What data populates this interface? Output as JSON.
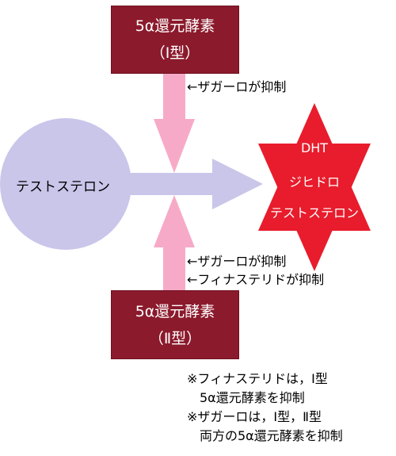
{
  "colors": {
    "enzyme_box": "#8b1a2c",
    "inhibition_arrow": "#f7aac8",
    "testosterone_circle": "#c9c6ea",
    "conversion_arrow": "#c9c6ea",
    "dht_star": "#e81c2c"
  },
  "enzyme_type1": {
    "line1": "5α還元酵素",
    "line2": "（Ⅰ型）"
  },
  "enzyme_type2": {
    "line1": "5α還元酵素",
    "line2": "（Ⅱ型）"
  },
  "inhibitors_type1": [
    "←ザガーロが抑制"
  ],
  "inhibitors_type2": [
    "←ザガーロが抑制",
    "←フィナステリドが抑制"
  ],
  "testosterone": {
    "label": "テストステロン"
  },
  "dht": {
    "line1": "DHT",
    "line2": "ジヒドロ",
    "line3": "テストステロン"
  },
  "notes": [
    "※フィナステリドは，Ⅰ型",
    "　5α還元酵素を抑制",
    "※ザガーロは，Ⅰ型，Ⅱ型",
    "　両方の5α還元酵素を抑制"
  ]
}
